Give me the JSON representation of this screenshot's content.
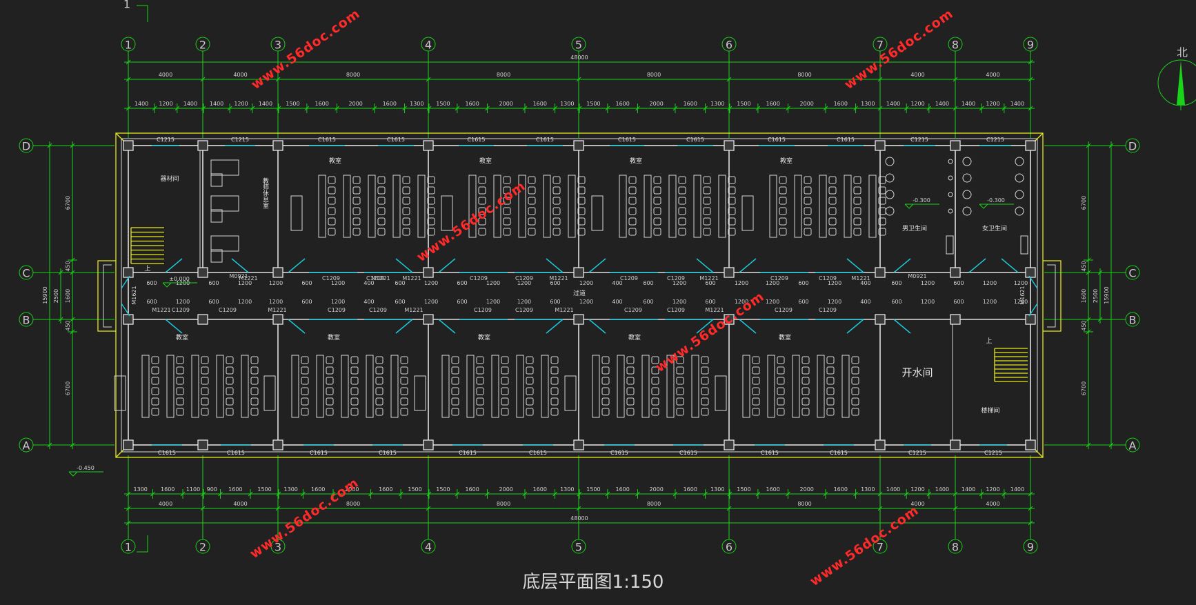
{
  "drawing": {
    "title": "底层平面图1:150",
    "corner_label": "1",
    "north_label": "北",
    "corridor_label": "过道",
    "axes_x": [
      "1",
      "2",
      "3",
      "4",
      "5",
      "6",
      "7",
      "8",
      "9"
    ],
    "axes_y": [
      "D",
      "C",
      "B",
      "A"
    ],
    "total_length": "48000",
    "bay_dims": [
      "4000",
      "4000",
      "8000",
      "8000",
      "8000",
      "8000",
      "4000",
      "4000"
    ],
    "top_detail_dims": [
      "1400",
      "1200",
      "1400",
      "1400",
      "1200",
      "1400",
      "1500",
      "1600",
      "2000",
      "1600",
      "1300",
      "1500",
      "1600",
      "2000",
      "1600",
      "1300",
      "1500",
      "1600",
      "2000",
      "1600",
      "1300",
      "1500",
      "1600",
      "2000",
      "1600",
      "1300",
      "1400",
      "1200",
      "1400",
      "1400",
      "1200",
      "1400"
    ],
    "bottom_detail_dims": [
      "1300",
      "1600",
      "1100",
      "900",
      "1600",
      "1500",
      "1300",
      "1600",
      "2000",
      "1600",
      "1500",
      "1500",
      "1600",
      "2000",
      "1600",
      "1300",
      "1500",
      "1600",
      "2000",
      "1600",
      "1300",
      "1500",
      "1600",
      "2000",
      "1600",
      "1300",
      "1400",
      "1200",
      "1400",
      "1400",
      "1200",
      "1400"
    ],
    "left_dims": [
      "6700",
      "450",
      "1600",
      "450",
      "6700"
    ],
    "left_total": "15900",
    "left_mid": "2500",
    "right_dims": [
      "6700",
      "450",
      "1600",
      "450",
      "6700"
    ],
    "right_total": "15900",
    "right_mid": "2500",
    "levels": {
      "toilet_male": "-0.300",
      "toilet_female": "-0.300",
      "entry": "±0.000",
      "outside": "-0.450"
    },
    "rooms_top": [
      "器材间",
      "教师休息室",
      "教室",
      "教室",
      "教室",
      "教室",
      "男卫生间",
      "女卫生间"
    ],
    "rooms_bottom": [
      "教室",
      "教室",
      "教室",
      "教室",
      "教室",
      "开水间",
      "楼梯间"
    ],
    "windows_top": [
      "C1215",
      "C1215",
      "C1615",
      "C1615",
      "C1615",
      "C1615",
      "C1615",
      "C1615",
      "C1615",
      "C1615",
      "C1215",
      "C1215"
    ],
    "windows_bottom": [
      "C1615",
      "C1615",
      "C1615",
      "C1615",
      "C1615",
      "C1615",
      "C1615",
      "C1615",
      "C1615",
      "C1615",
      "C1215",
      "C1215"
    ],
    "doors": {
      "m1": "M1221",
      "m2": "M0921",
      "m3": "M1621",
      "c1": "C1209"
    },
    "upstairs": "上",
    "watermark": "www.56doc.com"
  }
}
